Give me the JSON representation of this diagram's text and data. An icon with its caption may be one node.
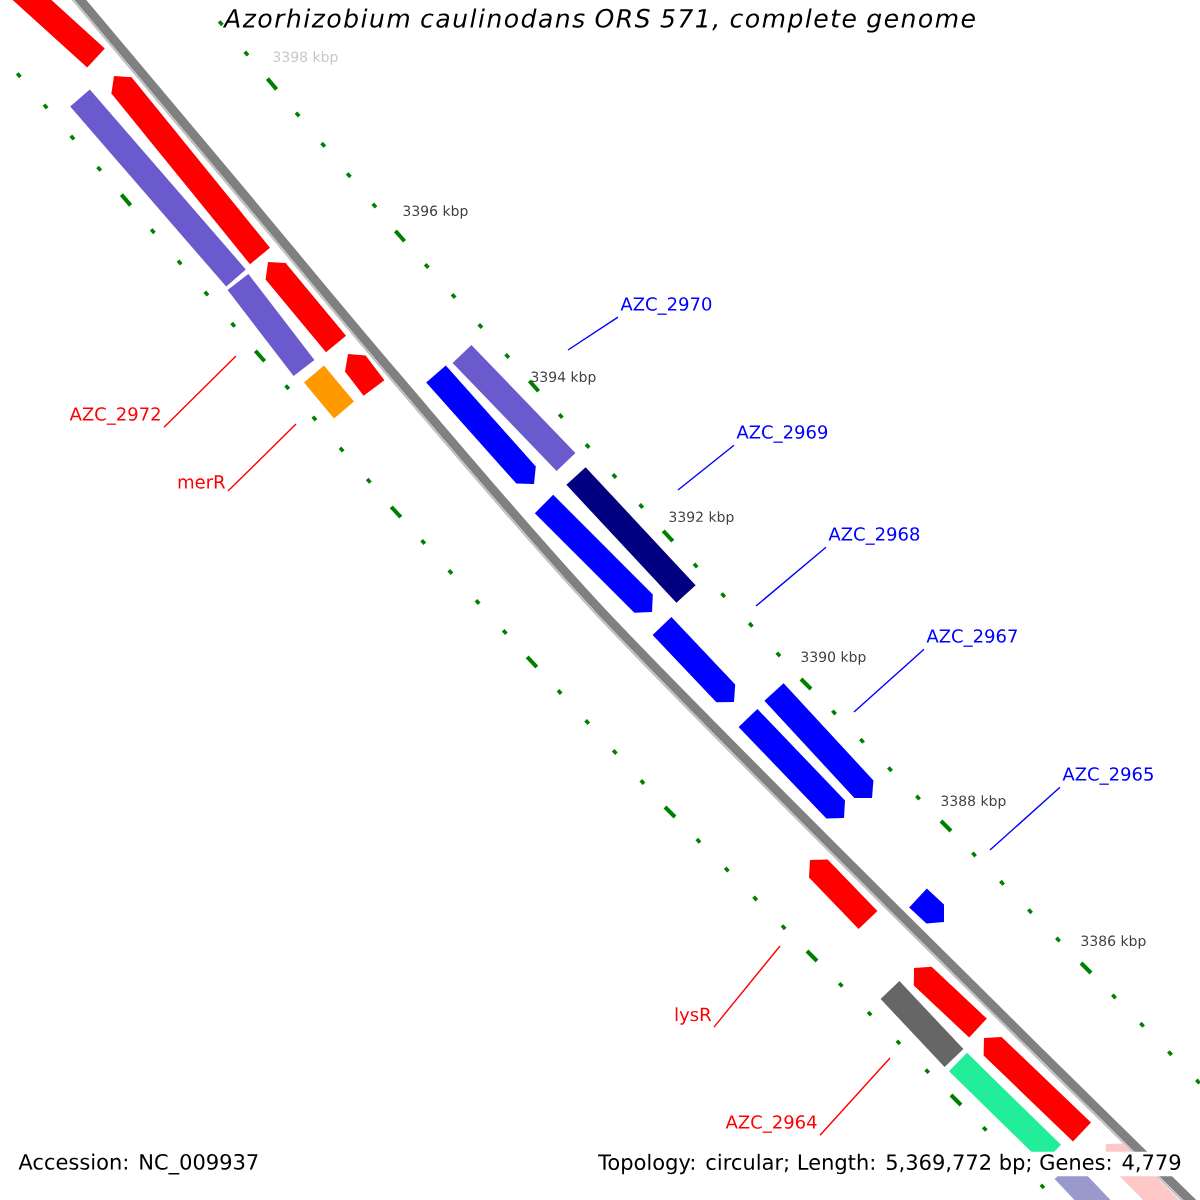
{
  "diagram": {
    "title": "Azorhizobium caulinodans ORS 571, complete genome",
    "nodes": [
      {
        "text": [
          "AZC_2970"
        ]
      },
      {
        "text": [
          "AZC_2972"
        ]
      },
      {
        "text": [
          "AZC_2969"
        ]
      },
      {
        "text": [
          "merR"
        ]
      },
      {
        "text": [
          "AZC_2968"
        ]
      },
      {
        "text": [
          "AZC_2967"
        ]
      },
      {
        "text": [
          "AZC_2965"
        ]
      },
      {
        "text": [
          "lysR"
        ]
      },
      {
        "text": [
          "AZC_2964"
        ]
      }
    ],
    "edges": [
      {
        "from": 0,
        "to": null,
        "arrow": "none"
      },
      {
        "from": 1,
        "to": null,
        "arrow": "none",
        "color": "#ff0000"
      },
      {
        "from": 2,
        "to": null,
        "arrow": "none"
      },
      {
        "from": 3,
        "to": null,
        "arrow": "none",
        "color": "#ff0000"
      },
      {
        "from": 4,
        "to": null,
        "arrow": "none"
      },
      {
        "from": 5,
        "to": null,
        "arrow": "none"
      },
      {
        "from": 6,
        "to": null,
        "arrow": "none"
      },
      {
        "from": 7,
        "to": null,
        "arrow": "none",
        "color": "#ff0000"
      },
      {
        "from": 8,
        "to": null,
        "arrow": "none",
        "color": "#ff0000"
      }
    ],
    "labels": [
      "3398 kbp",
      "3396 kbp",
      "3394 kbp",
      "3392 kbp",
      "3390 kbp",
      "3388 kbp",
      "3386 kbp",
      "Accession: NC_009937",
      "Topology: circular; Length: 5,369,772 bp; Genes: 4,779"
    ]
  }
}
